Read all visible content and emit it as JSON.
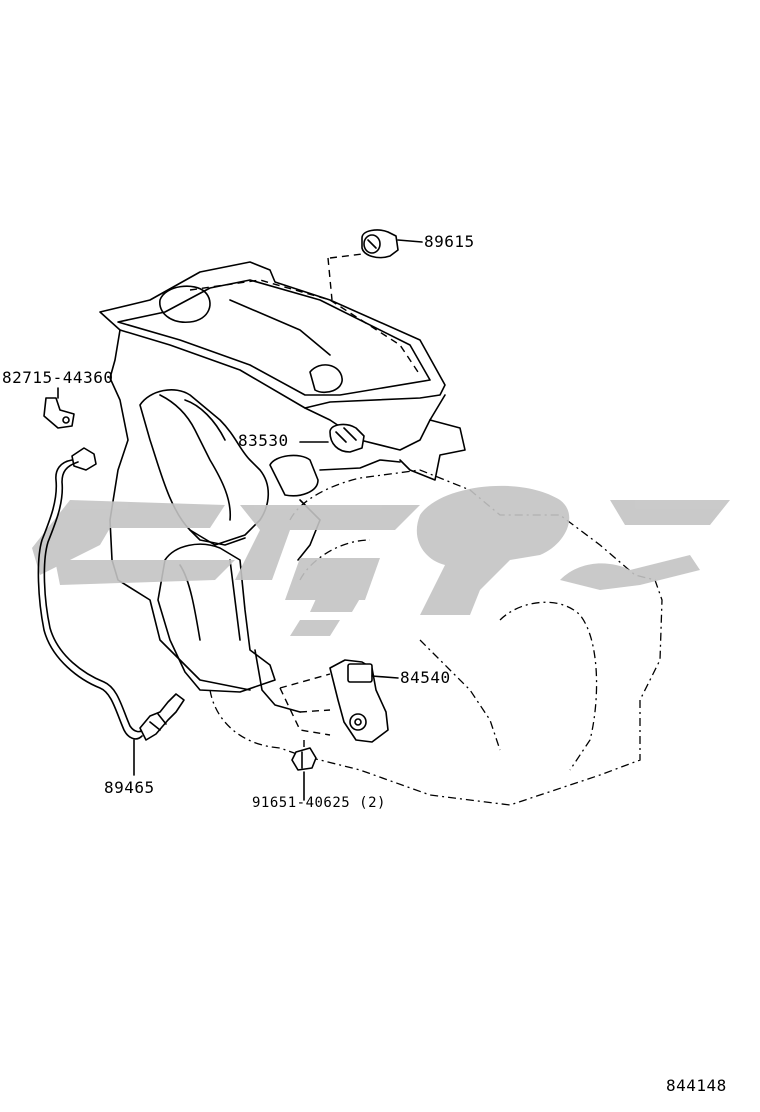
{
  "diagram": {
    "callouts": {
      "p89615": "89615",
      "p82715": "82715-44360",
      "p83530": "83530",
      "p84540": "84540",
      "p89465": "89465",
      "p91651": "91651-40625 (2)"
    },
    "figure_number": "844148",
    "watermark": {
      "color": "#c4c4c4"
    },
    "line_color": "#000000",
    "background": "#ffffff"
  }
}
